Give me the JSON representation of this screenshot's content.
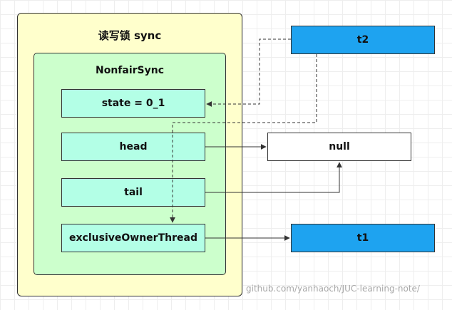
{
  "diagram": {
    "lock_title": "读写锁 sync",
    "sync_title": "NonfairSync",
    "fields": {
      "state": "state = 0_1",
      "head": "head",
      "tail": "tail",
      "owner": "exclusiveOwnerThread"
    },
    "nodes": {
      "t2": "t2",
      "null": "null",
      "t1": "t1"
    }
  },
  "watermark": "github.com/yanhaoch/JUC-learning-note/",
  "colors": {
    "outer_fill": "#ffffcc",
    "inner_fill": "#ccffcc",
    "field_fill": "#b3ffe6",
    "thread_fill": "#1ea3f0",
    "null_fill": "#ffffff",
    "line": "#333333"
  }
}
